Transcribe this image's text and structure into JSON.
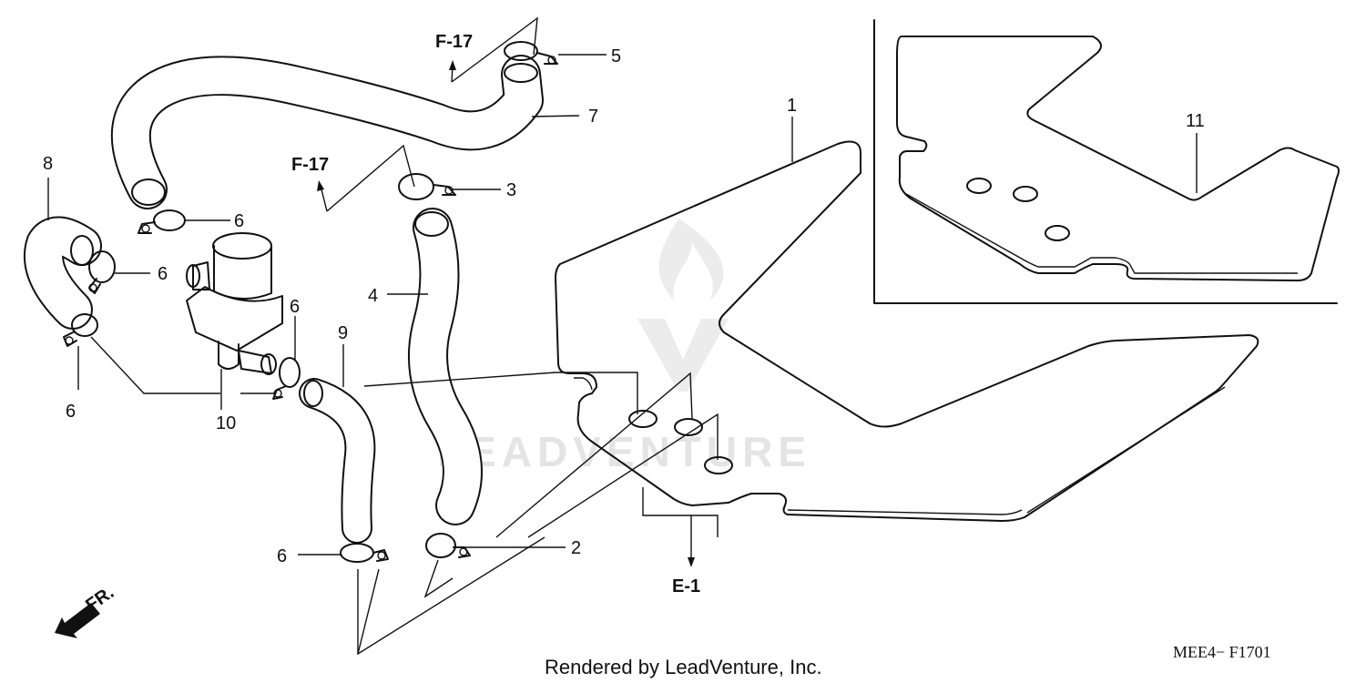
{
  "callouts": {
    "p1": "1",
    "p2": "2",
    "p3": "3",
    "p4": "4",
    "p5": "5",
    "p6a": "6",
    "p6b": "6",
    "p6c": "6",
    "p6d": "6",
    "p6e": "6",
    "p7": "7",
    "p8": "8",
    "p9": "9",
    "p10": "10",
    "p11": "11"
  },
  "references": {
    "f17_top": "F-17",
    "f17_mid": "F-17",
    "e1": "E-1"
  },
  "direction": {
    "label": "FR."
  },
  "watermark": {
    "text": "LEADVENTURE",
    "icon": "leadventure-logo-icon"
  },
  "footer": {
    "credit": "Rendered by LeadVenture, Inc.",
    "code": "MEE4− F1701"
  }
}
